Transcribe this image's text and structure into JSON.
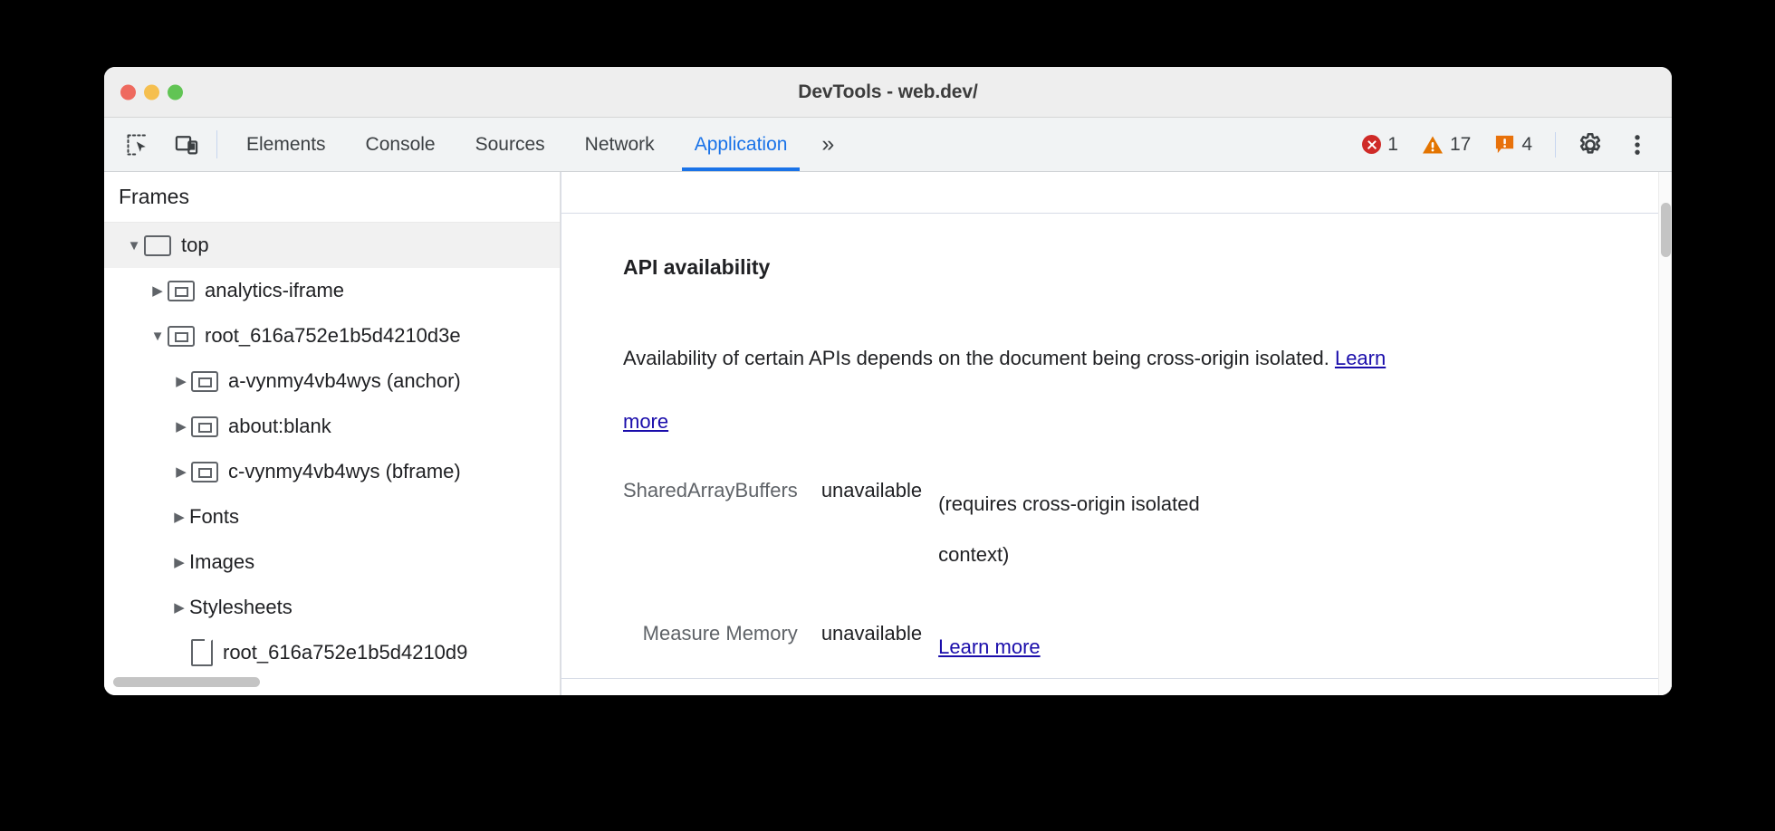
{
  "window": {
    "title": "DevTools - web.dev/",
    "traffic_lights": [
      "close-red",
      "minimize-yellow",
      "maximize-green"
    ]
  },
  "toolbar": {
    "icons": [
      {
        "name": "inspect-element-icon",
        "label": "Inspect element"
      },
      {
        "name": "device-toolbar-icon",
        "label": "Toggle device toolbar"
      }
    ],
    "tabs": [
      {
        "label": "Elements",
        "active": false
      },
      {
        "label": "Console",
        "active": false
      },
      {
        "label": "Sources",
        "active": false
      },
      {
        "label": "Network",
        "active": false
      },
      {
        "label": "Application",
        "active": true
      }
    ],
    "more_tabs_label": "»",
    "counters": [
      {
        "name": "error-counter",
        "icon": "error-icon",
        "count": "1",
        "color": "#cf2a27"
      },
      {
        "name": "warning-counter",
        "icon": "warning-icon",
        "count": "17",
        "color": "#e37400"
      },
      {
        "name": "issue-counter",
        "icon": "issue-icon",
        "count": "4",
        "color": "#e8710a"
      }
    ],
    "settings_label": "Settings",
    "menu_label": "Customize and control DevTools"
  },
  "sidebar": {
    "header": "Frames",
    "tree": [
      {
        "label": "top",
        "icon": "frame-icon",
        "arrow": "expanded",
        "depth": 0,
        "selected": true
      },
      {
        "label": "analytics-iframe",
        "icon": "subframe-icon",
        "arrow": "collapsed",
        "depth": 1,
        "selected": false
      },
      {
        "label": "root_616a752e1b5d4210d3e",
        "icon": "subframe-icon",
        "arrow": "expanded",
        "depth": 1,
        "selected": false
      },
      {
        "label": "a-vynmy4vb4wys (anchor)",
        "icon": "subframe-icon",
        "arrow": "collapsed",
        "depth": 2,
        "selected": false
      },
      {
        "label": "about:blank",
        "icon": "subframe-icon",
        "arrow": "collapsed",
        "depth": 2,
        "selected": false
      },
      {
        "label": "c-vynmy4vb4wys (bframe)",
        "icon": "subframe-icon",
        "arrow": "collapsed",
        "depth": 2,
        "selected": false
      },
      {
        "label": "Fonts",
        "icon": "none",
        "arrow": "collapsed",
        "depth": 1,
        "selected": false
      },
      {
        "label": "Images",
        "icon": "none",
        "arrow": "collapsed",
        "depth": 1,
        "selected": false
      },
      {
        "label": "Stylesheets",
        "icon": "none",
        "arrow": "collapsed",
        "depth": 1,
        "selected": false
      },
      {
        "label": "root_616a752e1b5d4210d9",
        "icon": "document-icon",
        "arrow": "none",
        "depth": 2,
        "selected": false
      }
    ]
  },
  "main": {
    "section_title": "API availability",
    "intro_prefix": "Availability of certain APIs depends on the document being cross-origin isolated. ",
    "intro_link": "Learn more",
    "rows": [
      {
        "name": "SharedArrayBuffers",
        "value": "unavailable",
        "note": "(requires cross-origin isolated context)",
        "link": ""
      },
      {
        "name": "Measure Memory",
        "value": "unavailable",
        "note": "",
        "link": "Learn more"
      }
    ]
  },
  "scrollbars": {
    "sidebar_horizontal": "sidebar-horizontal-scrollbar",
    "window_vertical": "window-vertical-scrollbar"
  },
  "colors": {
    "accent": "#1a73e8",
    "link": "#1a0dab",
    "error": "#cf2a27",
    "warning": "#e37400",
    "issue": "#e8710a",
    "titlebar": "#eeeeee",
    "tabbar": "#f1f3f4"
  }
}
